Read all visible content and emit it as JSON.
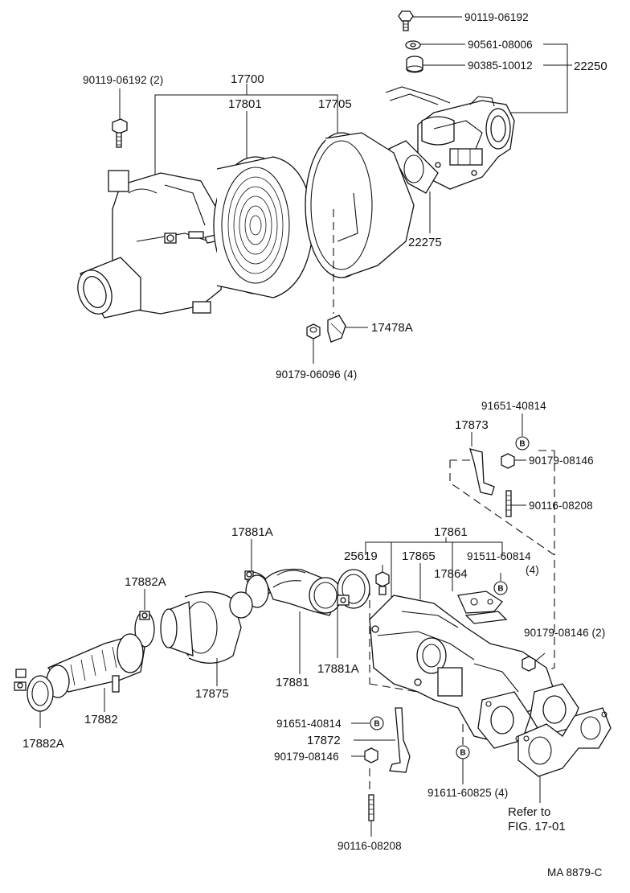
{
  "labels": {
    "p90119_06192_top": "90119-06192",
    "p90561_08006": "90561-08006",
    "p90385_10012": "90385-10012",
    "p22250": "22250",
    "p90119_06192_2": "90119-06192 (2)",
    "p17700": "17700",
    "p17801": "17801",
    "p17705": "17705",
    "p22275": "22275",
    "p17478A": "17478A",
    "p90179_06096_4": "90179-06096 (4)",
    "p91651_40814_top": "91651-40814",
    "p17873": "17873",
    "p90179_08146_top": "90179-08146",
    "p90116_08208_top": "90116-08208",
    "p17881A_top": "17881A",
    "p17861": "17861",
    "p25619": "25619",
    "p17865": "17865",
    "p91511_60814": "91511-60814",
    "p91511_qty": "(4)",
    "p17864": "17864",
    "p17882A_top": "17882A",
    "p90179_08146_2": "90179-08146 (2)",
    "p17881": "17881",
    "p17881A_bot": "17881A",
    "p17875": "17875",
    "p17882": "17882",
    "p17882A_bot": "17882A",
    "p91651_40814_bot": "91651-40814",
    "p17872": "17872",
    "p90179_08146_bot": "90179-08146",
    "p91611_60825_4": "91611-60825 (4)",
    "p90116_08208_bot": "90116-08208",
    "refer_line1": "Refer to",
    "refer_line2": "FIG. 17-01",
    "ref_code": "MA  8879-C"
  },
  "badges": {
    "b_letter": "B"
  }
}
